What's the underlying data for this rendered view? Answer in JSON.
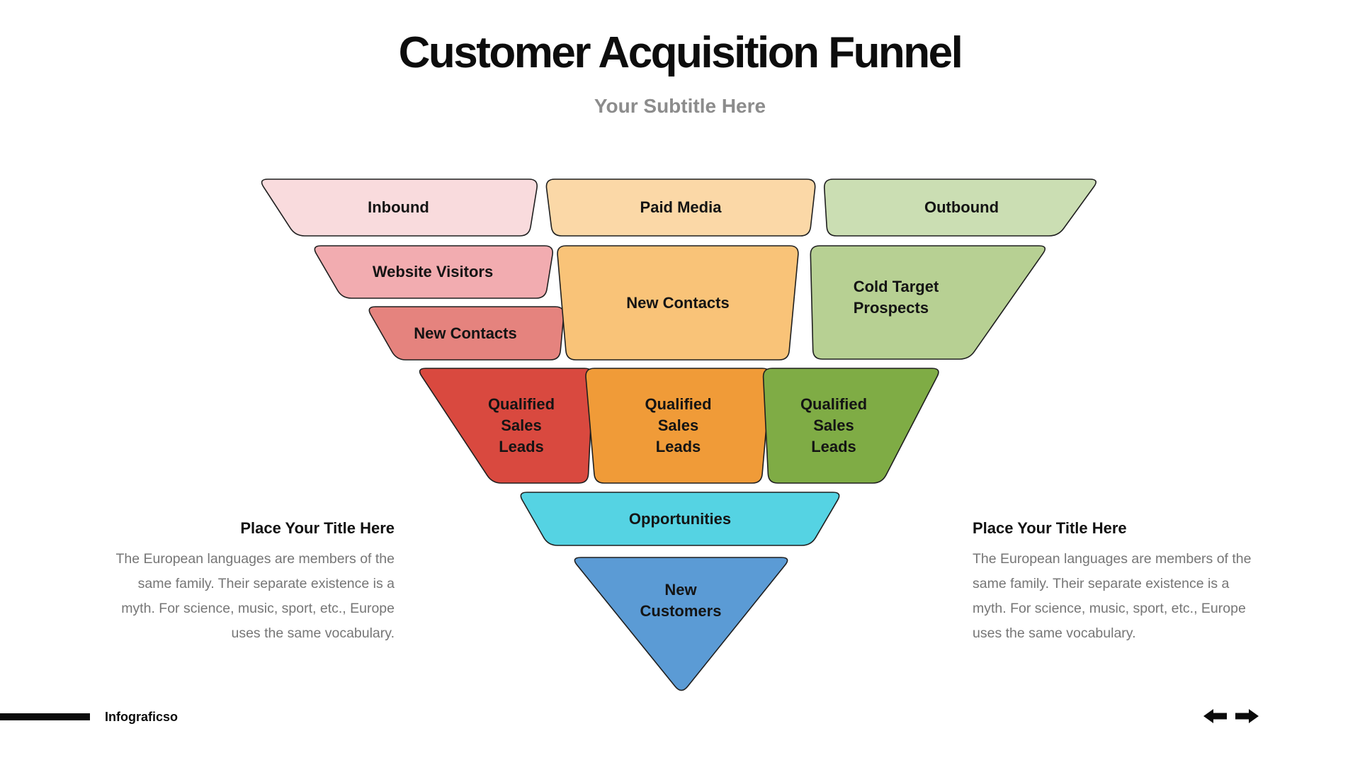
{
  "slide": {
    "title": "Customer Acquisition Funnel",
    "subtitle": "Your Subtitle Here"
  },
  "funnel": {
    "outline_color": "#1f1f1f",
    "segments": [
      {
        "id": "inbound",
        "label": "Inbound",
        "color": "#f9dbdd"
      },
      {
        "id": "paid-media",
        "label": "Paid Media",
        "color": "#fbd8a7"
      },
      {
        "id": "outbound",
        "label": "Outbound",
        "color": "#cbdeb3"
      },
      {
        "id": "website-visitors",
        "label": "Website Visitors",
        "color": "#f2acb0"
      },
      {
        "id": "new-contacts-left",
        "label": "New Contacts",
        "color": "#e5837e"
      },
      {
        "id": "new-contacts-mid",
        "label": "New Contacts",
        "color": "#f9c378"
      },
      {
        "id": "cold-target",
        "label": "Cold Target\nProspects",
        "color": "#b7d093"
      },
      {
        "id": "qsl-left",
        "label": "Qualified\nSales\nLeads",
        "color": "#d9493f"
      },
      {
        "id": "qsl-mid",
        "label": "Qualified\nSales\nLeads",
        "color": "#f09b38"
      },
      {
        "id": "qsl-right",
        "label": "Qualified\nSales\nLeads",
        "color": "#7fac45"
      },
      {
        "id": "opportunities",
        "label": "Opportunities",
        "color": "#55d3e3"
      },
      {
        "id": "new-customers",
        "label": "New\nCustomers",
        "color": "#5b9bd5"
      }
    ]
  },
  "side_blocks": {
    "left": {
      "title": "Place Your Title Here",
      "body": "The European languages are members of the\nsame family.  Their separate existence is a\nmyth. For science, music, sport, etc., Europe\nuses the same vocabulary."
    },
    "right": {
      "title": "Place Your Title Here",
      "body": "The European languages are members of the\nsame family.  Their separate existence is a\nmyth. For science, music, sport, etc., Europe\nuses the same vocabulary."
    }
  },
  "footer": {
    "brand": "Infograficso",
    "prev_icon": "arrow-left-icon",
    "next_icon": "arrow-right-icon",
    "icon_color": "#0b0b0b"
  }
}
